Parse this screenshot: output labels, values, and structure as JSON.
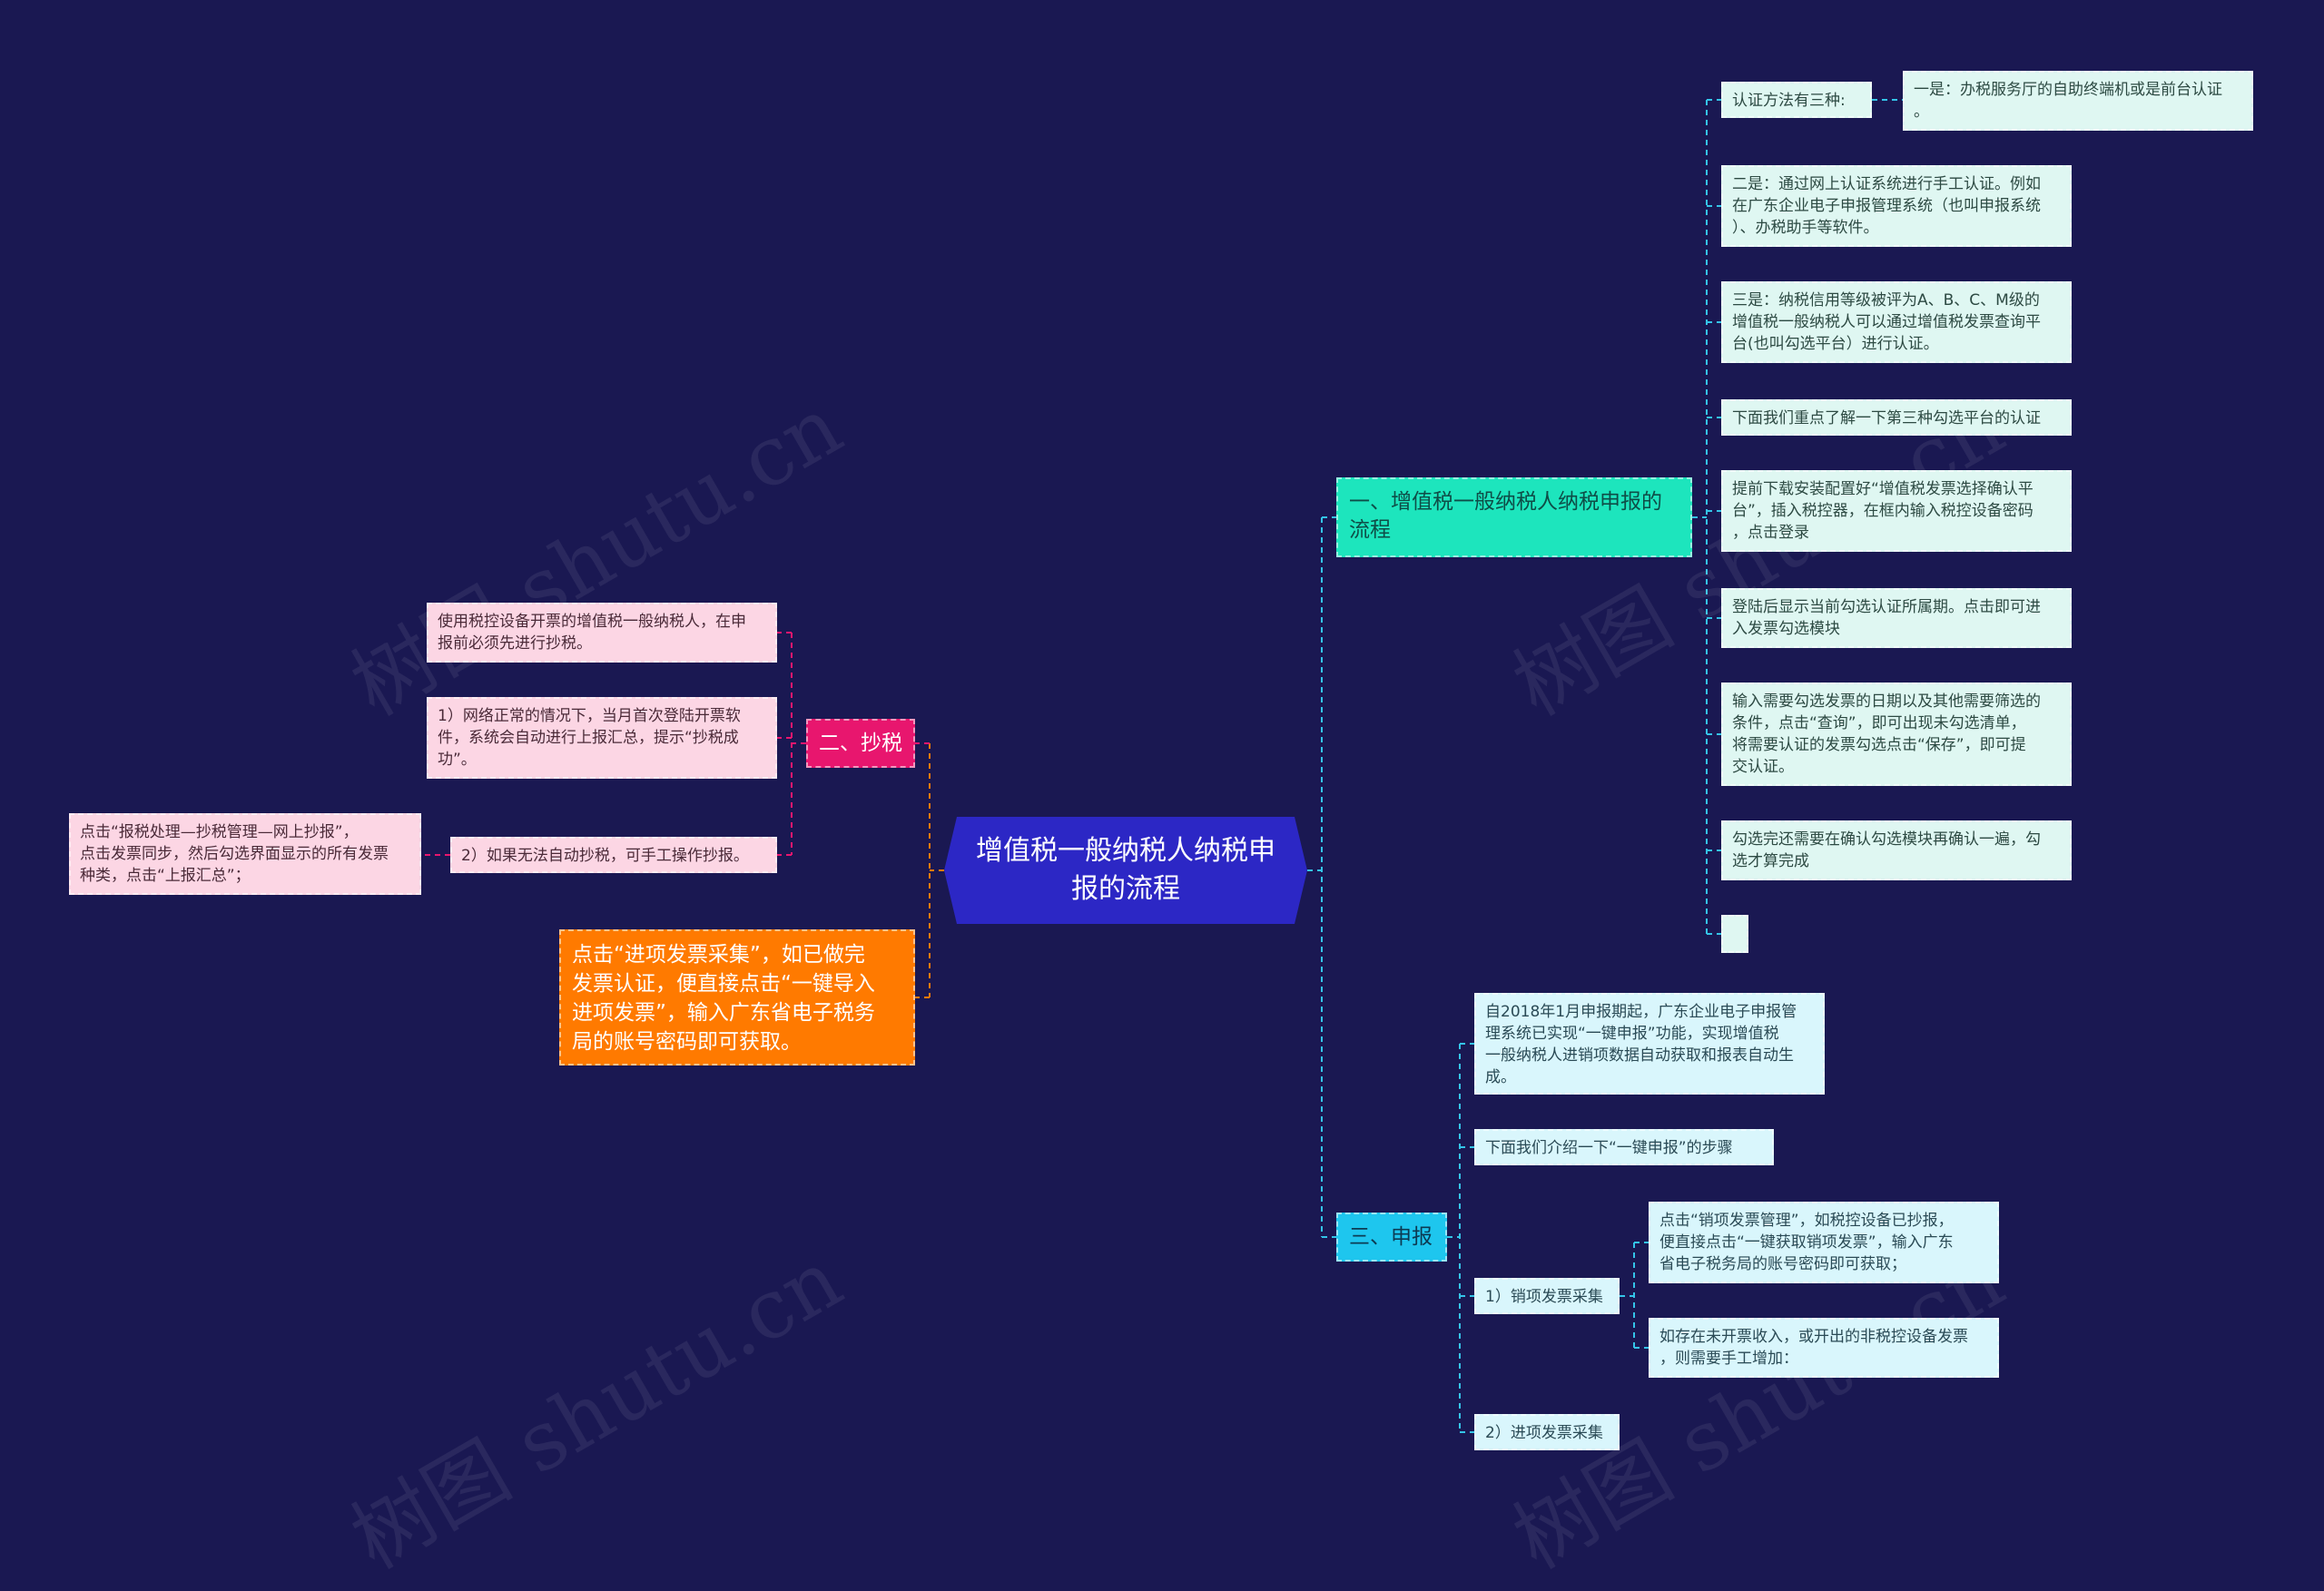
{
  "watermark": "树图 shutu.cn",
  "colors": {
    "background": "#1a1852",
    "center": "#2c27c5",
    "branch1": "#1de5bd",
    "branch2": "#e8166e",
    "branch3": "#1ec6ee",
    "orange": "#ff7a00",
    "link_cyan": "#34c4e8",
    "link_pink": "#e8166e",
    "link_orange": "#ff7a00"
  },
  "center": {
    "text": "增值税一般纳税人纳税申\n报的流程"
  },
  "branch1": {
    "title": "一、增值税一般纳税人纳税申报的\n流程",
    "auth_label": "认证方法有三种:",
    "auth_one": "一是：办税服务厅的自助终端机或是前台认证\n。",
    "auth_two": "二是：通过网上认证系统进行手工认证。例如\n在广东企业电子申报管理系统（也叫申报系统\n）、办税助手等软件。",
    "auth_three": "三是：纳税信用等级被评为A、B、C、M级的\n增值税一般纳税人可以通过增值税发票查询平\n台(也叫勾选平台）进行认证。",
    "intro_third": "下面我们重点了解一下第三种勾选平台的认证",
    "step_install": "提前下载安装配置好“增值税发票选择确认平\n台”，插入税控器，在框内输入税控设备密码\n，点击登录",
    "step_login": "登陆后显示当前勾选认证所属期。点击即可进\n入发票勾选模块",
    "step_query": "输入需要勾选发票的日期以及其他需要筛选的\n条件，点击“查询”，即可出现未勾选清单，\n将需要认证的发票勾选点击“保存”，即可提\n交认证。",
    "step_confirm": "勾选完还需要在确认勾选模块再确认一遍，勾\n选才算完成",
    "step_blank": ""
  },
  "branch2": {
    "title": "二、抄税",
    "item_intro": "使用税控设备开票的增值税一般纳税人，在申\n报前必须先进行抄税。",
    "item_auto": "1）网络正常的情况下，当月首次登陆开票软\n件，系统会自动进行上报汇总，提示“抄税成\n功”。",
    "item_manual": "2）如果无法自动抄税，可手工操作抄报。",
    "item_manual_detail": "点击“报税处理—抄税管理—网上抄报”，\n点击发票同步，然后勾选界面显示的所有发票\n种类，点击“上报汇总”；"
  },
  "orange_note": {
    "text": "点击“进项发票采集”，如已做完\n发票认证，便直接点击“一键导入\n进项发票”，输入广东省电子税务\n局的账号密码即可获取。"
  },
  "branch3": {
    "title": "三、申报",
    "since_2018": "自2018年1月申报期起，广东企业电子申报管\n理系统已实现“一键申报”功能，实现增值税\n一般纳税人进销项数据自动获取和报表自动生\n成。",
    "intro_steps": "下面我们介绍一下“一键申报”的步骤",
    "sales_label": "1）销项发票采集",
    "sales_detail": "点击“销项发票管理”，如税控设备已抄报，\n便直接点击“一键获取销项发票”，输入广东\n省电子税务局的账号密码即可获取；",
    "sales_extra": "如存在未开票收入，或开出的非税控设备发票\n，则需要手工增加：",
    "input_label": "2）进项发票采集"
  }
}
